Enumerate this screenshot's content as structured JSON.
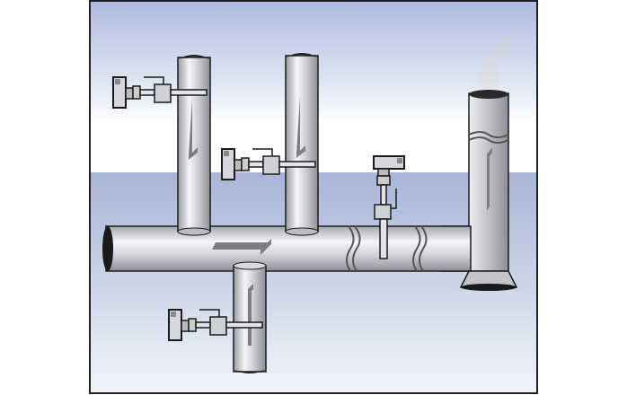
{
  "diagram": {
    "colors": {
      "sky_top": "#aebbde",
      "sky_mid": "#ffffff",
      "ground_top": "#a8b5d6",
      "ground_bottom": "#f2f4fa",
      "pipe_light": "#f4f4f6",
      "pipe_dark": "#8e8f96",
      "outline": "#1a1a1a",
      "arrow": "#7d7e84"
    },
    "components": [
      "main-pipe",
      "branch-pipe-1",
      "branch-pipe-2",
      "lower-branch-pipe",
      "exhaust-stack",
      "flow-meter-1",
      "flow-meter-2",
      "flow-meter-3",
      "flow-meter-4"
    ]
  }
}
